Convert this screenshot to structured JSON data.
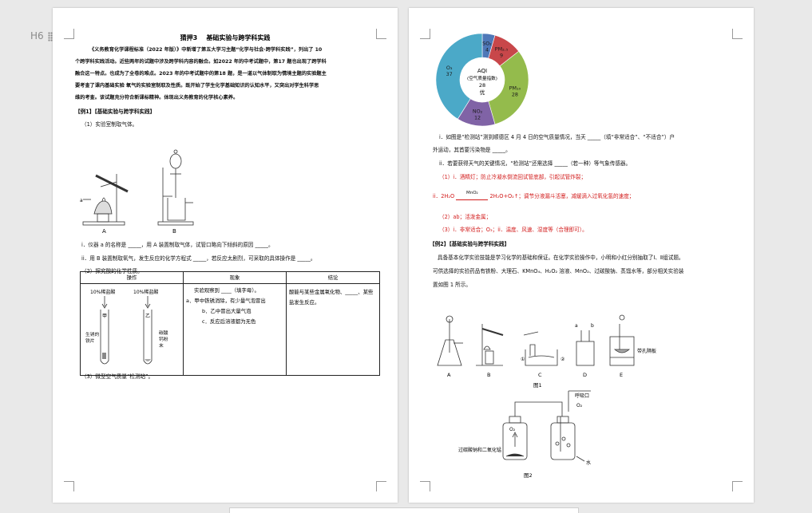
{
  "style_marker": "H6",
  "page1": {
    "heading_label": "猜押3",
    "heading_title": "基础实验与跨学科实践",
    "intro": [
      "《义务教育化学课程标准（2022 年版）》中新增了第五大学习主题“化学与社会·跨学科实践”，列出了 10",
      "个跨学科实践活动。近些两年的试题中涉及跨学科内容的融合。如2022 年的中考试题中，第17 题也出现了跨学科",
      "融合这一特点。也成为了全卷的难点。2023 年的中考试题中的第18 题，是一道以气体制取为情境主题的实验题主",
      "要考查了课内基础实验 氧气的实验室制取及性质。既开始了学生化学基础知识的认知水平，又突出对学生科学思",
      "维的考查。该试题充分符合新课标精神。体现出义务教育的化学核心素养。"
    ],
    "example1_title": "【例1】【基础实验与跨学科实践】",
    "q1": "（1）实验室制取气体。",
    "apparatus_a_label": "a",
    "apparatus_a_caption": "A",
    "apparatus_b_caption": "B",
    "q1_i": "i．仪器 a 的名称是 _____，用 A 装置制取气体，试管口略向下倾斜的原因 _____。",
    "q1_ii": "ii．用 B 装置制取氧气，发生反应的化学方程式 _____，若反应太剧烈，可采取的具体操作是 _____。",
    "q2": "（2）探究酸的化学性质。",
    "table": {
      "headers": [
        "操作",
        "现象",
        "结论"
      ],
      "tube_jia_label": "10%稀盐酸",
      "tube_yi_label": "10%稀盐酸",
      "tube_jia_name": "甲",
      "tube_yi_name": "乙",
      "tube_jia_content": "生锈的铁片",
      "tube_yi_content": "碳酸钙粉末",
      "phenomenon": [
        "实验观察到 ____（填字母）。",
        "a．甲中铁锈消除，有少量气泡冒出",
        "b．乙中冒出大量气泡",
        "c．反应后溶液都为无色"
      ],
      "conclusion": "酸能与某些金属氧化物、_____、某些盐发生反应。"
    },
    "q3": "（3）微型空气质量“检测站”。"
  },
  "page2": {
    "chart_data": {
      "type": "pie",
      "style": "donut",
      "center_title": "AQI",
      "center_subtitle": "(空气质量指数)",
      "center_value": "28",
      "center_level": "优",
      "slices": [
        {
          "name": "SO₂",
          "value": 4,
          "color": "#4f78b8"
        },
        {
          "name": "PM₂.₅",
          "value": 9,
          "color": "#c8474a"
        },
        {
          "name": "PM₁₀",
          "value": 28,
          "color": "#94bb4c"
        },
        {
          "name": "NO₂",
          "value": 12,
          "color": "#8063a6"
        },
        {
          "name": "O₃",
          "value": 37,
          "color": "#4ba9c8"
        }
      ]
    },
    "q3_i": "i．如图是“检测站”测到顺德区 4 月 4 日的空气质量情况，当天 _____（填“非常适合”、“不适合”）户",
    "q3_i_cont": "外运动，其首要污染物是 _____。",
    "q3_ii": "ii．若要获得天气的关键情况，“检测站”还需选择 _____（若一种）等气象传感器。",
    "ans1": "（1）i．酒精灯；防止冷凝水倒流回试管底部，引起试管炸裂；",
    "ans1_eq_prefix": "ii．2H₂O",
    "ans1_catalyst": "MnO₂",
    "ans1_eq_products": "2H₂O+O₂↑；调节分液漏斗活塞，减缓滴入过氧化氢的速度；",
    "ans2": "（2）ab；活泼金属；",
    "ans3": "（3）i．非常适合；O₃；ii．温度、风速、湿度等（合理即可）。",
    "example2_title": "【例2】【基础实验与跨学科实践】",
    "ex2_text": [
      "具备基本化学实验技能是学习化学的基础和保证。在化学实验操作中，小明和小红分别抽取了Ⅰ、Ⅱ组试题。",
      "可供选择的实验药品有铁粉、大理石、KMnO₄、H₂O₂ 溶液、MnO₂、过碳酸钠、蒸馏水等，部分相关实验装",
      "置如图 1 所示。"
    ],
    "fig1_labels": [
      "A",
      "B",
      "C",
      "D",
      "E"
    ],
    "fig1_mark_a": "a",
    "fig1_mark_b": "b",
    "fig1_circle1": "①",
    "fig1_circle2": "②",
    "fig1_plate_label": "带孔隔板",
    "fig1_caption": "图1",
    "fig2_outlet": "呼吸口",
    "fig2_o2_right": "O₂",
    "fig2_o2_left": "O₂",
    "fig2_reagent": "过碳酸钠和二氧化锰",
    "fig2_water": "水",
    "fig2_caption": "图2"
  }
}
